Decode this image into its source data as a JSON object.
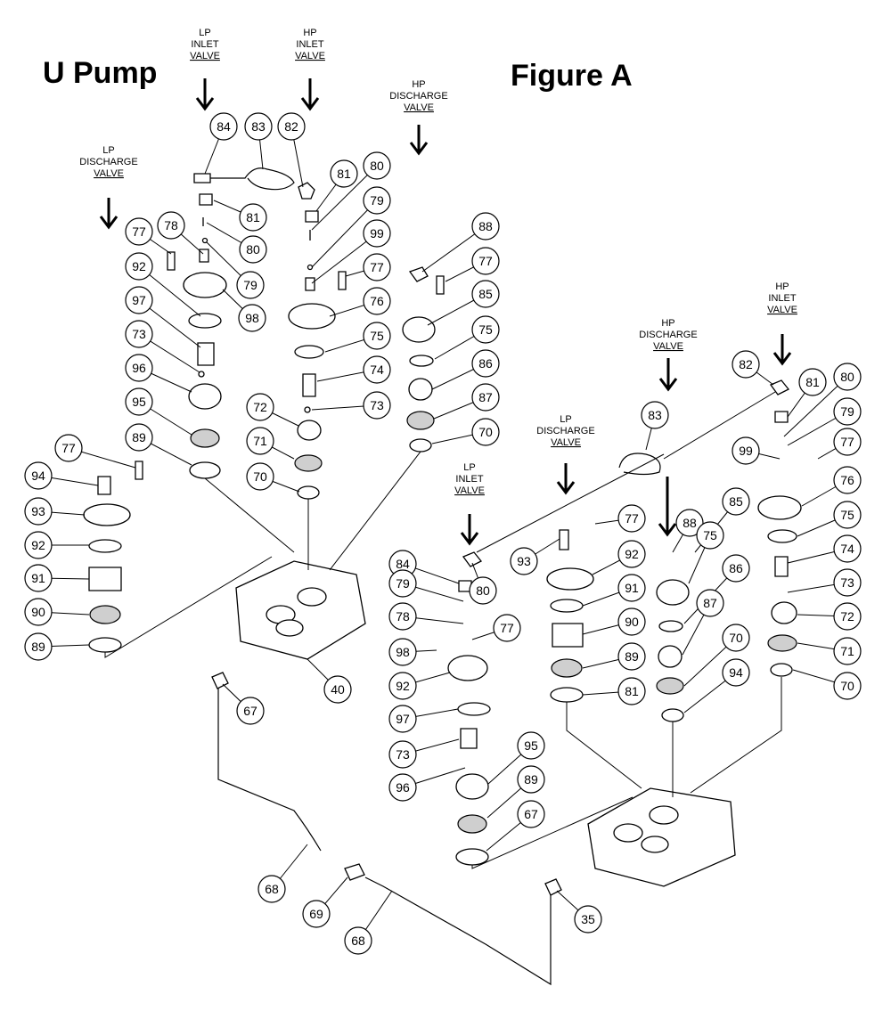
{
  "title_left": "U Pump",
  "title_right": "Figure A",
  "valve_callouts": [
    {
      "id": "lp-inlet-left",
      "lines": [
        "LP",
        "INLET",
        "VALVE"
      ]
    },
    {
      "id": "hp-inlet-left",
      "lines": [
        "HP",
        "INLET",
        "VALVE"
      ]
    },
    {
      "id": "hp-discharge-left",
      "lines": [
        "HP",
        "DISCHARGE",
        "VALVE"
      ]
    },
    {
      "id": "lp-discharge-left",
      "lines": [
        "LP",
        "DISCHARGE",
        "VALVE"
      ]
    },
    {
      "id": "hp-inlet-right",
      "lines": [
        "HP",
        "INLET",
        "VALVE"
      ]
    },
    {
      "id": "hp-discharge-right",
      "lines": [
        "HP",
        "DISCHARGE",
        "VALVE"
      ]
    },
    {
      "id": "lp-discharge-right",
      "lines": [
        "LP",
        "DISCHARGE",
        "VALVE"
      ]
    },
    {
      "id": "lp-inlet-right",
      "lines": [
        "LP",
        "INLET",
        "VALVE"
      ]
    }
  ],
  "part_numbers": [
    "84",
    "83",
    "82",
    "81",
    "80",
    "81",
    "80",
    "79",
    "79",
    "78",
    "77",
    "99",
    "77",
    "77",
    "88",
    "85",
    "98",
    "92",
    "76",
    "97",
    "75",
    "75",
    "73",
    "74",
    "86",
    "96",
    "72",
    "73",
    "87",
    "95",
    "71",
    "70",
    "89",
    "70",
    "77",
    "94",
    "93",
    "92",
    "91",
    "90",
    "89",
    "40",
    "67",
    "68",
    "69",
    "68",
    "82",
    "81",
    "80",
    "83",
    "79",
    "77",
    "99",
    "76",
    "75",
    "74",
    "73",
    "72",
    "71",
    "70",
    "77",
    "88",
    "85",
    "75",
    "86",
    "87",
    "70",
    "94",
    "93",
    "92",
    "91",
    "90",
    "89",
    "81",
    "84",
    "80",
    "79",
    "78",
    "77",
    "98",
    "92",
    "97",
    "73",
    "96",
    "95",
    "89",
    "67",
    "35"
  ]
}
